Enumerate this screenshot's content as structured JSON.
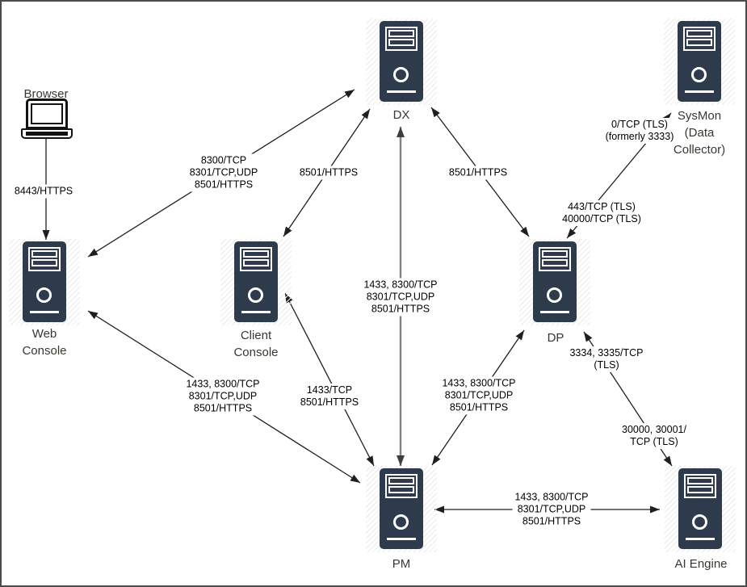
{
  "nodes": {
    "browser": {
      "label": "Browser"
    },
    "dx": {
      "label": "DX"
    },
    "sysmon": {
      "label": "SysMon (Data Collector)"
    },
    "web_console": {
      "label": "Web Console"
    },
    "client_console": {
      "label": "Client Console"
    },
    "dp": {
      "label": "DP"
    },
    "pm": {
      "label": "PM"
    },
    "ai_engine": {
      "label": "AI Engine"
    }
  },
  "edges": {
    "browser_web": {
      "label": "8443/HTTPS"
    },
    "web_dx": {
      "label": "8300/TCP\n8301/TCP,UDP\n8501/HTTPS"
    },
    "client_dx": {
      "label": "8501/HTTPS"
    },
    "dx_dp": {
      "label": "8501/HTTPS"
    },
    "dp_sysmon_upper": {
      "label": "0/TCP (TLS)\n(formerly 3333)"
    },
    "dp_sysmon_lower": {
      "label": "443/TCP (TLS)\n40000/TCP (TLS)"
    },
    "dx_pm": {
      "label": "1433, 8300/TCP\n8301/TCP,UDP\n8501/HTTPS"
    },
    "web_pm": {
      "label": "1433, 8300/TCP\n8301/TCP,UDP\n8501/HTTPS"
    },
    "client_pm": {
      "label": "1433/TCP\n8501/HTTPS"
    },
    "dp_pm": {
      "label": "1433, 8300/TCP\n8301/TCP,UDP\n8501/HTTPS"
    },
    "dp_ai_upper": {
      "label": "3334, 3335/TCP\n(TLS)"
    },
    "dp_ai_lower": {
      "label": "30000, 30001/\nTCP (TLS)"
    },
    "pm_ai": {
      "label": "1433, 8300/TCP\n8301/TCP,UDP\n8501/HTTPS"
    }
  },
  "colors": {
    "server_body": "#2e3b4d",
    "edge": "#1f1f1f",
    "trunk_edge": "#818181",
    "node_label": "#3b3630",
    "hatch": "#eaeae8"
  }
}
